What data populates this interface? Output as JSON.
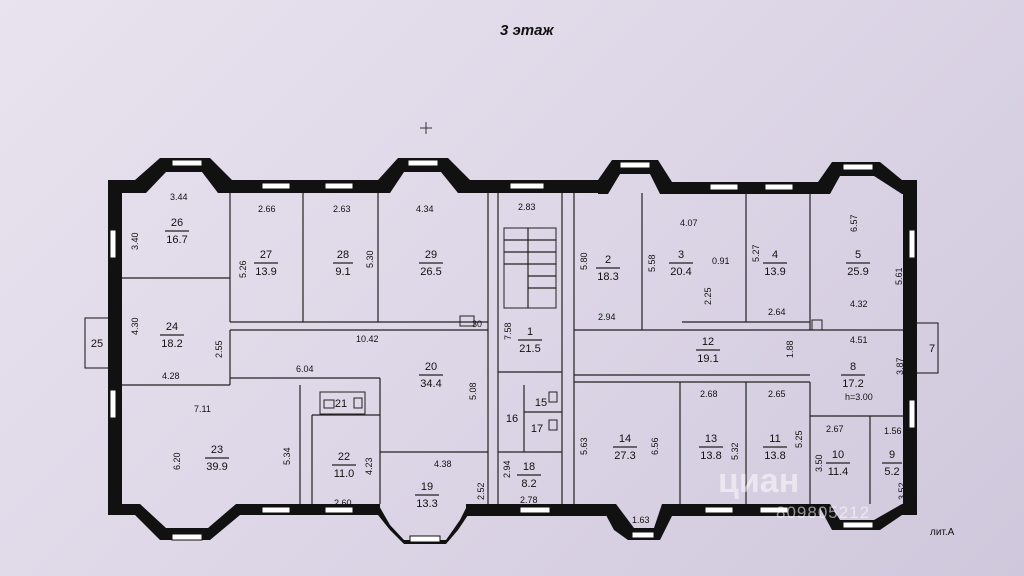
{
  "floor_title": "3 этаж",
  "lit_label": "лит.А",
  "watermark": {
    "brand": "циан",
    "code": "809805212"
  },
  "rooms": [
    {
      "num": "26",
      "area": "16.7"
    },
    {
      "num": "27",
      "area": "13.9"
    },
    {
      "num": "28",
      "area": "9.1"
    },
    {
      "num": "29",
      "area": "26.5"
    },
    {
      "num": "1",
      "area": "21.5"
    },
    {
      "num": "2",
      "area": "18.3"
    },
    {
      "num": "3",
      "area": "20.4"
    },
    {
      "num": "4",
      "area": "13.9"
    },
    {
      "num": "5",
      "area": "25.9"
    },
    {
      "num": "24",
      "area": "18.2"
    },
    {
      "num": "20",
      "area": "34.4"
    },
    {
      "num": "12",
      "area": "19.1"
    },
    {
      "num": "8",
      "area": "17.2"
    },
    {
      "num": "23",
      "area": "39.9"
    },
    {
      "num": "21",
      "area": ""
    },
    {
      "num": "22",
      "area": "11.0"
    },
    {
      "num": "19",
      "area": "13.3"
    },
    {
      "num": "16",
      "area": ""
    },
    {
      "num": "15",
      "area": ""
    },
    {
      "num": "17",
      "area": ""
    },
    {
      "num": "18",
      "area": "8.2"
    },
    {
      "num": "14",
      "area": "27.3"
    },
    {
      "num": "13",
      "area": "13.8"
    },
    {
      "num": "11",
      "area": "13.8"
    },
    {
      "num": "10",
      "area": "11.4"
    },
    {
      "num": "9",
      "area": "5.2"
    }
  ],
  "side_labels": {
    "left": "25",
    "right": "7"
  },
  "ceiling_note": "h=3.00",
  "dimensions": [
    "3.44",
    "3.40",
    "2.66",
    "5.26",
    "2.63",
    "5.30",
    "4.34",
    "2.83",
    "5.80",
    "5.58",
    "4.07",
    "0.91",
    "5.27",
    "6.57",
    "2.25",
    "2.94",
    "2.64",
    "4.32",
    "5.61",
    "4.30",
    "2.55",
    "10.42",
    "30",
    "7.58",
    "4.51",
    "1.88",
    "3.87",
    "4.28",
    "6.04",
    "5.08",
    "7.11",
    "6.20",
    "5.34",
    "4.23",
    "4.38",
    "2.52",
    "2.94",
    "2.78",
    "2.60",
    "5.63",
    "6.56",
    "2.68",
    "5.32",
    "2.65",
    "5.25",
    "2.67",
    "1.56",
    "3.50",
    "3.52",
    "1.63"
  ]
}
